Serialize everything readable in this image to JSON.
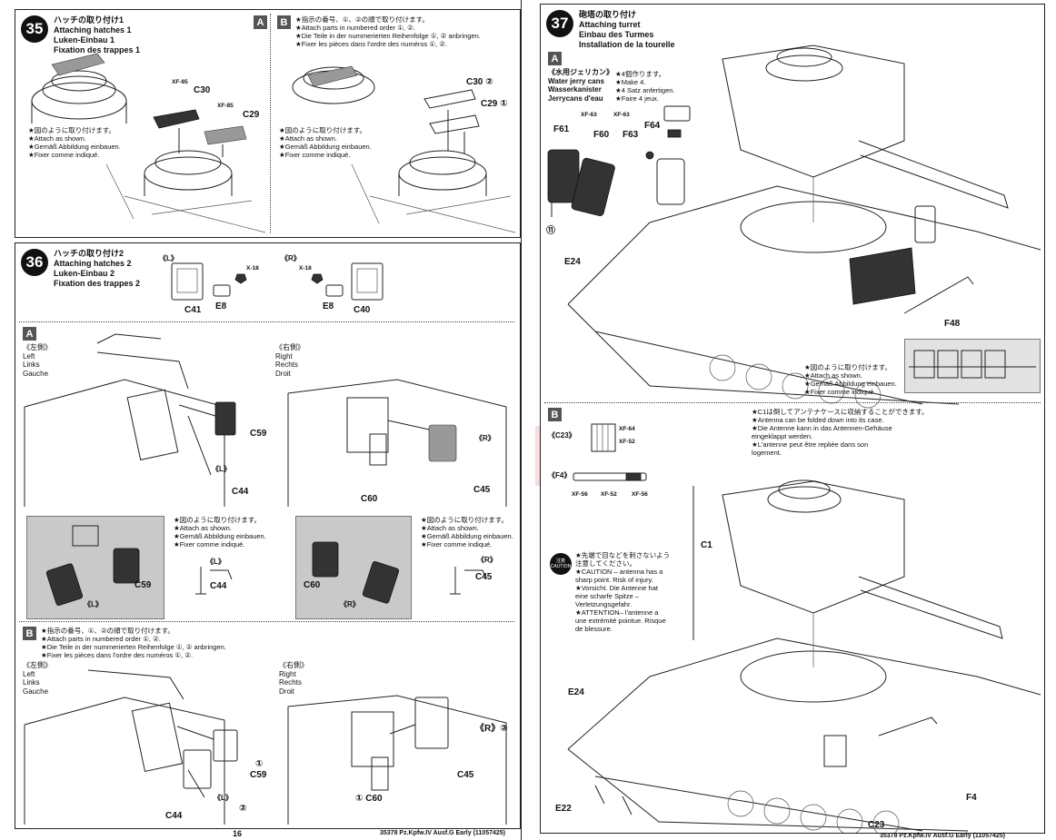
{
  "step35": {
    "number": "35",
    "title": [
      "ハッチの取り付け1",
      "Attaching hatches 1",
      "Luken-Einbau 1",
      "Fixation des trappes 1"
    ],
    "boxA": {
      "letter": "A",
      "parts": [
        "C30",
        "C29"
      ],
      "paints": [
        "XF-85",
        "XF-85"
      ],
      "note": [
        "★図のように取り付けます。",
        "★Attach as shown.",
        "★Gemäß Abbildung einbauen.",
        "★Fixer comme indiqué."
      ]
    },
    "boxB": {
      "letter": "B",
      "header": [
        "★指示の番号、①、②の順で取り付けます。",
        "★Attach parts in numbered order ①, ②.",
        "★Die Teile in der nummerierten Reihenfolge ①, ② anbringen.",
        "★Fixer les pièces dans l'ordre des numéros ①, ②."
      ],
      "parts": [
        "C30 ②",
        "C29 ①"
      ],
      "note": [
        "★図のように取り付けます。",
        "★Attach as shown.",
        "★Gemäß Abbildung einbauen.",
        "★Fixer comme indiqué."
      ]
    }
  },
  "step36": {
    "number": "36",
    "title": [
      "ハッチの取り付け2",
      "Attaching hatches 2",
      "Luken-Einbau 2",
      "Fixation des trappes 2"
    ],
    "subassemblies": {
      "left_tag": "《L》",
      "right_tag": "《R》",
      "paint": "X-18",
      "parts_left": [
        "C41",
        "E8"
      ],
      "parts_right": [
        "E8",
        "C40"
      ]
    },
    "boxA": {
      "letter": "A",
      "left_label": [
        "《左側》",
        "Left",
        "Links",
        "Gauche"
      ],
      "right_label": [
        "《右側》",
        "Right",
        "Rechts",
        "Droit"
      ],
      "parts_left": [
        "C59",
        "《L》",
        "C44"
      ],
      "parts_right": [
        "《R》",
        "C60",
        "C45"
      ],
      "note": [
        "★図のように取り付けます。",
        "★Attach as shown.",
        "★Gemäß Abbildung einbauen.",
        "★Fixer comme indiqué."
      ],
      "photo_left_parts": [
        "C59",
        "《L》"
      ],
      "photo_right_parts": [
        "C60",
        "《R》"
      ],
      "detail_left": [
        "《L》",
        "C44"
      ],
      "detail_right": [
        "《R》",
        "C45"
      ]
    },
    "boxB": {
      "letter": "B",
      "header": [
        "★指示の番号、①、②の順で取り付けます。",
        "★Attach parts in numbered order ①, ②.",
        "★Die Teile in der nummerierten Reihenfolge ①, ② anbringen.",
        "★Fixer les pièces dans l'ordre des numéros ①, ②."
      ],
      "left_label": [
        "《左側》",
        "Left",
        "Links",
        "Gauche"
      ],
      "right_label": [
        "《右側》",
        "Right",
        "Rechts",
        "Droit"
      ],
      "parts_left": [
        "①",
        "C59",
        "《L》",
        "②",
        "C44"
      ],
      "parts_right": [
        "《R》②",
        "C45",
        "① C60"
      ]
    }
  },
  "step37": {
    "number": "37",
    "title": [
      "砲塔の取り付け",
      "Attaching turret",
      "Einbau des Turmes",
      "Installation de la tourelle"
    ],
    "boxA": {
      "letter": "A",
      "jerry_title": [
        "《水用ジェリカン》",
        "Water jerry cans",
        "Wasserkanister",
        "Jerrycans d'eau"
      ],
      "make_note": [
        "★4個作ります。",
        "★Make 4.",
        "★4 Satz anfertigen.",
        "★Faire 4 jeux."
      ],
      "paints": [
        "XF-63",
        "XF-63"
      ],
      "parts": [
        "F61",
        "F60",
        "F63",
        "F64",
        "⑪",
        "E24",
        "F48"
      ],
      "note": [
        "★図のように取り付けます。",
        "★Attach as shown.",
        "★Gemäß Abbildung einbauen.",
        "★Fixer comme indiqué."
      ]
    },
    "boxB": {
      "letter": "B",
      "c23": "《C23》",
      "f4": "《F4》",
      "paints_c23": [
        "XF-64",
        "XF-52"
      ],
      "paints_f4": [
        "XF-56",
        "XF-52",
        "XF-56"
      ],
      "antenna_note": [
        "★C1は倒してアンテナケースに収納することができます。",
        "★Antenna can be folded down into its case.",
        "★Die Antenne kann in das Antennen-Gehäuse",
        "eingeklappt werden.",
        "★L'antenne peut être repliée dans son",
        "logement."
      ],
      "caution_badge": [
        "注意",
        "CAUTION"
      ],
      "caution": [
        "★先端で目などを刺さないよう",
        "注意してください。",
        "★CAUTION – antenna has a",
        "sharp point. Risk of injury.",
        "★Vorsicht. Die Antenne hat",
        "eine scharfe Spitze –",
        "Verletzungsgefahr.",
        "★ATTENTION– l'antenne a",
        "une extrémité pointue. Risque",
        "de blessure."
      ],
      "parts": [
        "C1",
        "E24",
        "E22",
        "F4",
        "C23"
      ]
    }
  },
  "footer": {
    "left_page": "16",
    "left_code": "35378 Pz.Kpfw.IV Ausf.G Early (11057425)",
    "right_code": "35378 Pz.Kpfw.IV Ausf.G Early (11057425)"
  },
  "watermark": "modelartini.ez"
}
